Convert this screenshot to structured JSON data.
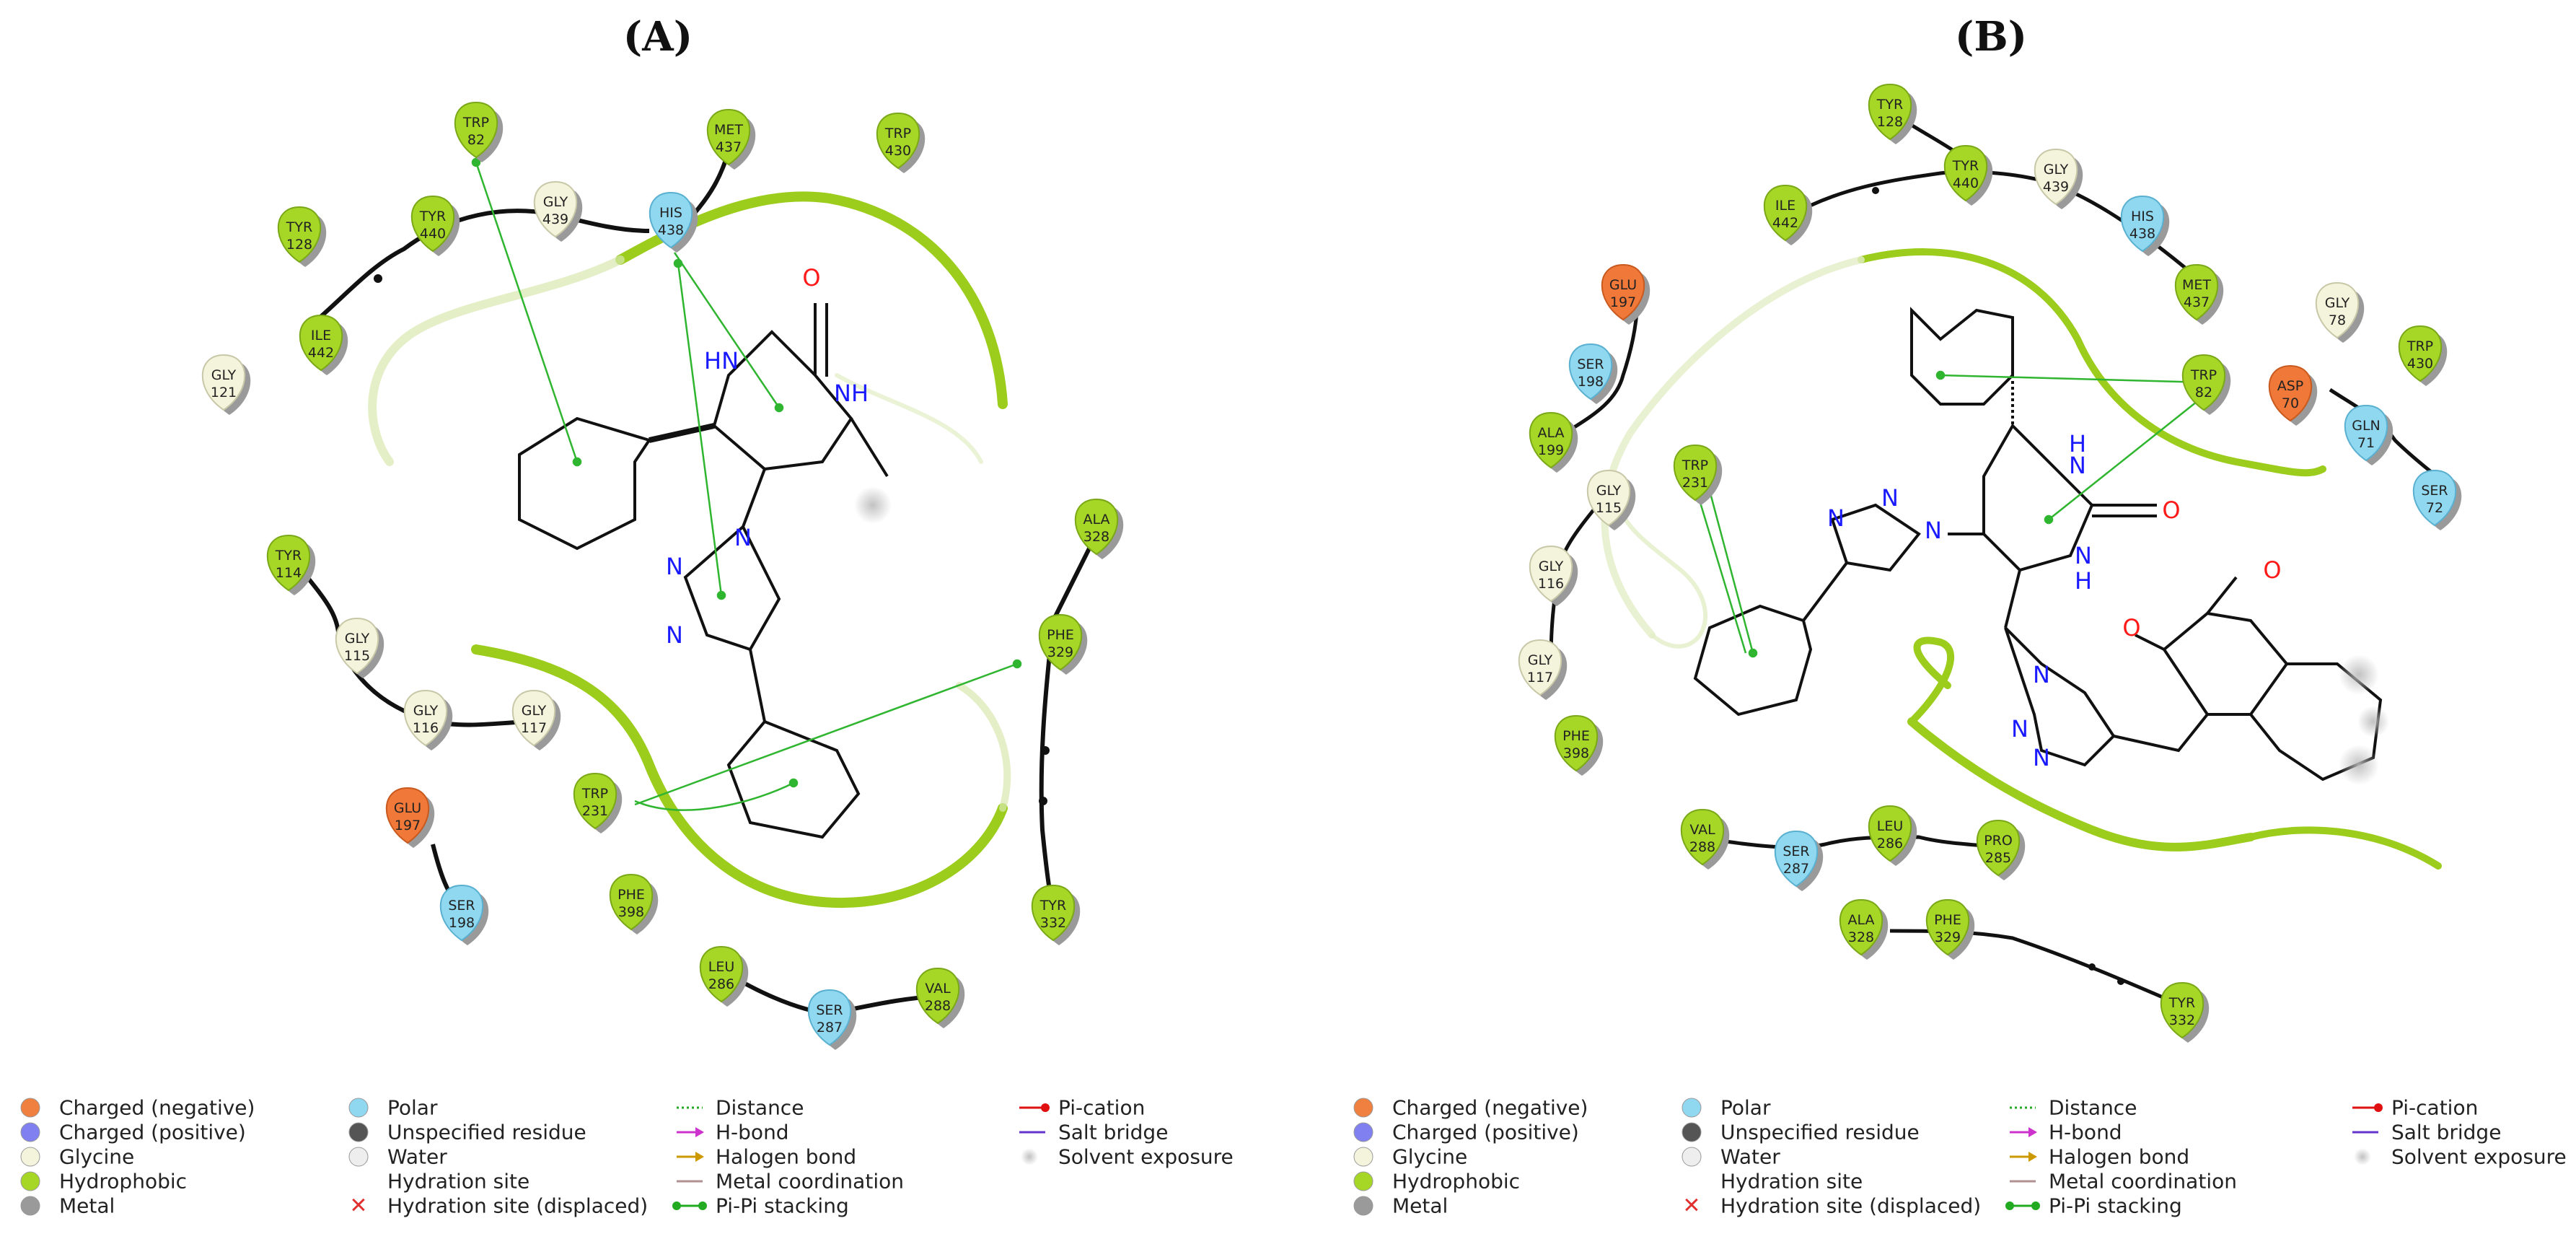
{
  "panels": [
    {
      "label": "(A)",
      "residues": [
        {
          "key": "trp82",
          "name": "TRP",
          "num": "82",
          "type": "hydrophobic"
        },
        {
          "key": "met437",
          "name": "MET",
          "num": "437",
          "type": "hydrophobic"
        },
        {
          "key": "trp430",
          "name": "TRP",
          "num": "430",
          "type": "hydrophobic"
        },
        {
          "key": "tyr128",
          "name": "TYR",
          "num": "128",
          "type": "hydrophobic"
        },
        {
          "key": "tyr440",
          "name": "TYR",
          "num": "440",
          "type": "hydrophobic"
        },
        {
          "key": "gly439",
          "name": "GLY",
          "num": "439",
          "type": "glycine"
        },
        {
          "key": "his438",
          "name": "HIS",
          "num": "438",
          "type": "polar"
        },
        {
          "key": "ile442",
          "name": "ILE",
          "num": "442",
          "type": "hydrophobic"
        },
        {
          "key": "gly121",
          "name": "GLY",
          "num": "121",
          "type": "glycine"
        },
        {
          "key": "tyr114",
          "name": "TYR",
          "num": "114",
          "type": "hydrophobic"
        },
        {
          "key": "gly115",
          "name": "GLY",
          "num": "115",
          "type": "glycine"
        },
        {
          "key": "gly116",
          "name": "GLY",
          "num": "116",
          "type": "glycine"
        },
        {
          "key": "gly117",
          "name": "GLY",
          "num": "117",
          "type": "glycine"
        },
        {
          "key": "glu197",
          "name": "GLU",
          "num": "197",
          "type": "negative"
        },
        {
          "key": "ser198",
          "name": "SER",
          "num": "198",
          "type": "polar"
        },
        {
          "key": "trp231",
          "name": "TRP",
          "num": "231",
          "type": "hydrophobic"
        },
        {
          "key": "phe398",
          "name": "PHE",
          "num": "398",
          "type": "hydrophobic"
        },
        {
          "key": "leu286",
          "name": "LEU",
          "num": "286",
          "type": "hydrophobic"
        },
        {
          "key": "ser287",
          "name": "SER",
          "num": "287",
          "type": "polar"
        },
        {
          "key": "val288",
          "name": "VAL",
          "num": "288",
          "type": "hydrophobic"
        },
        {
          "key": "ala328",
          "name": "ALA",
          "num": "328",
          "type": "hydrophobic"
        },
        {
          "key": "phe329",
          "name": "PHE",
          "num": "329",
          "type": "hydrophobic"
        },
        {
          "key": "tyr332",
          "name": "TYR",
          "num": "332",
          "type": "hydrophobic"
        }
      ],
      "atoms": [
        {
          "key": "O",
          "text": "O",
          "el": "O"
        },
        {
          "key": "HN",
          "text": "HN",
          "el": "N"
        },
        {
          "key": "NH",
          "text": "NH",
          "el": "N"
        },
        {
          "key": "N1",
          "text": "N",
          "el": "N"
        },
        {
          "key": "N2",
          "text": "N",
          "el": "N"
        },
        {
          "key": "N3",
          "text": "N",
          "el": "N"
        }
      ]
    },
    {
      "label": "(B)",
      "residues": [
        {
          "key": "tyr128",
          "name": "TYR",
          "num": "128",
          "type": "hydrophobic"
        },
        {
          "key": "tyr440",
          "name": "TYR",
          "num": "440",
          "type": "hydrophobic"
        },
        {
          "key": "gly439",
          "name": "GLY",
          "num": "439",
          "type": "glycine"
        },
        {
          "key": "ile442",
          "name": "ILE",
          "num": "442",
          "type": "hydrophobic"
        },
        {
          "key": "his438",
          "name": "HIS",
          "num": "438",
          "type": "polar"
        },
        {
          "key": "met437",
          "name": "MET",
          "num": "437",
          "type": "hydrophobic"
        },
        {
          "key": "glu197",
          "name": "GLU",
          "num": "197",
          "type": "negative"
        },
        {
          "key": "ser198",
          "name": "SER",
          "num": "198",
          "type": "polar"
        },
        {
          "key": "gly78",
          "name": "GLY",
          "num": "78",
          "type": "glycine"
        },
        {
          "key": "trp430",
          "name": "TRP",
          "num": "430",
          "type": "hydrophobic"
        },
        {
          "key": "trp82",
          "name": "TRP",
          "num": "82",
          "type": "hydrophobic"
        },
        {
          "key": "asp70",
          "name": "ASP",
          "num": "70",
          "type": "negative"
        },
        {
          "key": "gln71",
          "name": "GLN",
          "num": "71",
          "type": "polar"
        },
        {
          "key": "ser72",
          "name": "SER",
          "num": "72",
          "type": "polar"
        },
        {
          "key": "ala199",
          "name": "ALA",
          "num": "199",
          "type": "hydrophobic"
        },
        {
          "key": "trp231",
          "name": "TRP",
          "num": "231",
          "type": "hydrophobic"
        },
        {
          "key": "gly115",
          "name": "GLY",
          "num": "115",
          "type": "glycine"
        },
        {
          "key": "gly116",
          "name": "GLY",
          "num": "116",
          "type": "glycine"
        },
        {
          "key": "gly117",
          "name": "GLY",
          "num": "117",
          "type": "glycine"
        },
        {
          "key": "phe398",
          "name": "PHE",
          "num": "398",
          "type": "hydrophobic"
        },
        {
          "key": "val288",
          "name": "VAL",
          "num": "288",
          "type": "hydrophobic"
        },
        {
          "key": "ser287",
          "name": "SER",
          "num": "287",
          "type": "polar"
        },
        {
          "key": "leu286",
          "name": "LEU",
          "num": "286",
          "type": "hydrophobic"
        },
        {
          "key": "pro285",
          "name": "PRO",
          "num": "285",
          "type": "hydrophobic"
        },
        {
          "key": "ala328",
          "name": "ALA",
          "num": "328",
          "type": "hydrophobic"
        },
        {
          "key": "phe329",
          "name": "PHE",
          "num": "329",
          "type": "hydrophobic"
        },
        {
          "key": "tyr332",
          "name": "TYR",
          "num": "332",
          "type": "hydrophobic"
        }
      ],
      "atoms": [
        {
          "key": "H1",
          "text": "H",
          "el": "N"
        },
        {
          "key": "N1",
          "text": "N",
          "el": "N"
        },
        {
          "key": "O1",
          "text": "O",
          "el": "O"
        },
        {
          "key": "N2",
          "text": "N",
          "el": "N"
        },
        {
          "key": "H2",
          "text": "H",
          "el": "N"
        },
        {
          "key": "Na",
          "text": "N",
          "el": "N"
        },
        {
          "key": "Nb",
          "text": "N",
          "el": "N"
        },
        {
          "key": "Nc",
          "text": "N",
          "el": "N"
        },
        {
          "key": "Nd",
          "text": "N",
          "el": "N"
        },
        {
          "key": "Ne",
          "text": "N",
          "el": "N"
        },
        {
          "key": "Nf",
          "text": "N",
          "el": "N"
        },
        {
          "key": "O2",
          "text": "O",
          "el": "O"
        },
        {
          "key": "O3",
          "text": "O",
          "el": "O"
        }
      ]
    }
  ],
  "legend": {
    "columns": [
      [
        {
          "kind": "ball",
          "color": "#f08040",
          "label": "Charged (negative)"
        },
        {
          "kind": "ball",
          "color": "#8080f0",
          "label": "Charged (positive)"
        },
        {
          "kind": "ball",
          "color": "#f4f4dc",
          "label": "Glycine"
        },
        {
          "kind": "ball",
          "color": "#a6d626",
          "label": "Hydrophobic"
        },
        {
          "kind": "ball",
          "color": "#9a9a9a",
          "label": "Metal"
        }
      ],
      [
        {
          "kind": "ball",
          "color": "#8fd8f0",
          "label": "Polar"
        },
        {
          "kind": "ball",
          "color": "#555555",
          "label": "Unspecified residue"
        },
        {
          "kind": "ball",
          "color": "#eeeeee",
          "label": "Water"
        },
        {
          "kind": "none",
          "color": "",
          "label": "Hydration site"
        },
        {
          "kind": "cross",
          "color": "#e03030",
          "label": "Hydration site (displaced)"
        }
      ],
      [
        {
          "kind": "dotted",
          "color": "#22aa22",
          "label": "Distance"
        },
        {
          "kind": "arrow",
          "color": "#cc33cc",
          "label": "H-bond"
        },
        {
          "kind": "arrow",
          "color": "#cc9900",
          "label": "Halogen bond"
        },
        {
          "kind": "line",
          "color": "#b09090",
          "label": "Metal coordination"
        },
        {
          "kind": "pipi",
          "color": "#22aa22",
          "label": "Pi-Pi stacking"
        }
      ],
      [
        {
          "kind": "pication",
          "color": "#e01010",
          "label": "Pi-cation"
        },
        {
          "kind": "line",
          "color": "#6633cc",
          "label": "Salt bridge"
        },
        {
          "kind": "halo",
          "color": "#cccccc",
          "label": "Solvent exposure"
        }
      ]
    ]
  },
  "colors": {
    "negative": "#f07838",
    "polar": "#8fd8f0",
    "glycine": "#f4f4dc",
    "hydrophobic": "#a6d626",
    "pocket": "#9ccc1c",
    "contact": "#2fb52f"
  }
}
